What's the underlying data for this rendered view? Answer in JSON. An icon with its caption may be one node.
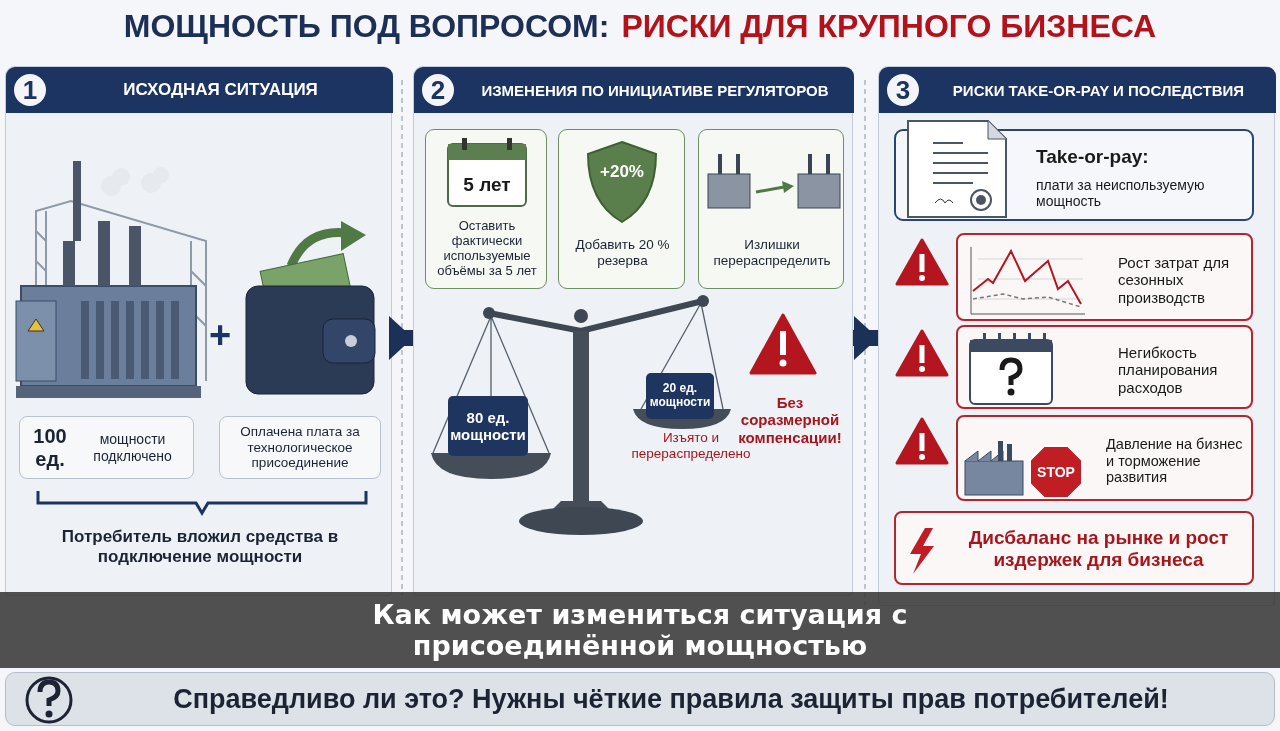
{
  "diagram": {
    "title": "МОЩНОСТЬ ПОД ВОПРОСОМ:",
    "caption": "Как может измениться ситуация с присоединённой мощностью",
    "nodes": [
      {
        "text": [
          "1",
          "ИСХОДНАЯ СИТУАЦИЯ"
        ]
      },
      {
        "text": [],
        "shape": "picture",
        "in": 0
      },
      {
        "text": [],
        "shape": "picture",
        "in": 0
      },
      {
        "text": [
          "**100 ед.** мощности подключено"
        ],
        "in": 0
      },
      {
        "text": [
          "Оплачена плата за технологическое присоединение"
        ],
        "in": 0
      },
      {
        "text": [
          "2",
          "ИЗМЕНЕНИЯ ПО ИНИЦИАТИВЕ РЕГУЛЯТОРОВ"
        ]
      },
      {
        "text": [
          "5 лет",
          "Оставить фактически используемые объёмы за 5 лет"
        ],
        "in": 5
      },
      {
        "text": [
          "+20%",
          "Добавить 20 % резерва"
        ],
        "in": 5
      },
      {
        "text": [
          "Излишки перераспределить"
        ],
        "in": 5
      },
      {
        "text": [
          "80 ед. мощности"
        ],
        "in": 5
      },
      {
        "text": [
          "20 ед. мощности"
        ],
        "in": 5,
        "beside": [
          "Изъято и перераспределено"
        ]
      },
      {
        "text": [
          "3",
          "РИСКИ TAKE-OR-PAY И ПОСЛЕДСТВИЯ"
        ]
      },
      {
        "text": [
          "Take-or-pay:",
          "плати за неиспользуемую мощность"
        ],
        "in": 11
      },
      {
        "text": [
          "Рост затрат для сезонных производств"
        ],
        "in": 11
      },
      {
        "text": [
          "Негибкость планирования расходов"
        ],
        "in": 11
      },
      {
        "text": [
          "STOP",
          "Давление на бизнес и торможение развития"
        ],
        "in": 11
      },
      {
        "text": [
          "Дисбаланс на рынке и рост издержек для бизнеса"
        ],
        "in": 11
      },
      {
        "text": [
          "Справедливо ли это? Нужны чёткие правила защиты прав потребителей!"
        ]
      }
    ],
    "edges": [
      {
        "from": 0,
        "to": 5,
        "arrow": "to"
      },
      {
        "from": 5,
        "to": 11,
        "arrow": "to"
      }
    ],
    "labels": [
      "РИСКИ ДЛЯ КРУПНОГО БИЗНЕСА",
      "+",
      "Потребитель вложил средства в подключение мощности",
      "Без соразмерной компенсации!"
    ]
  }
}
